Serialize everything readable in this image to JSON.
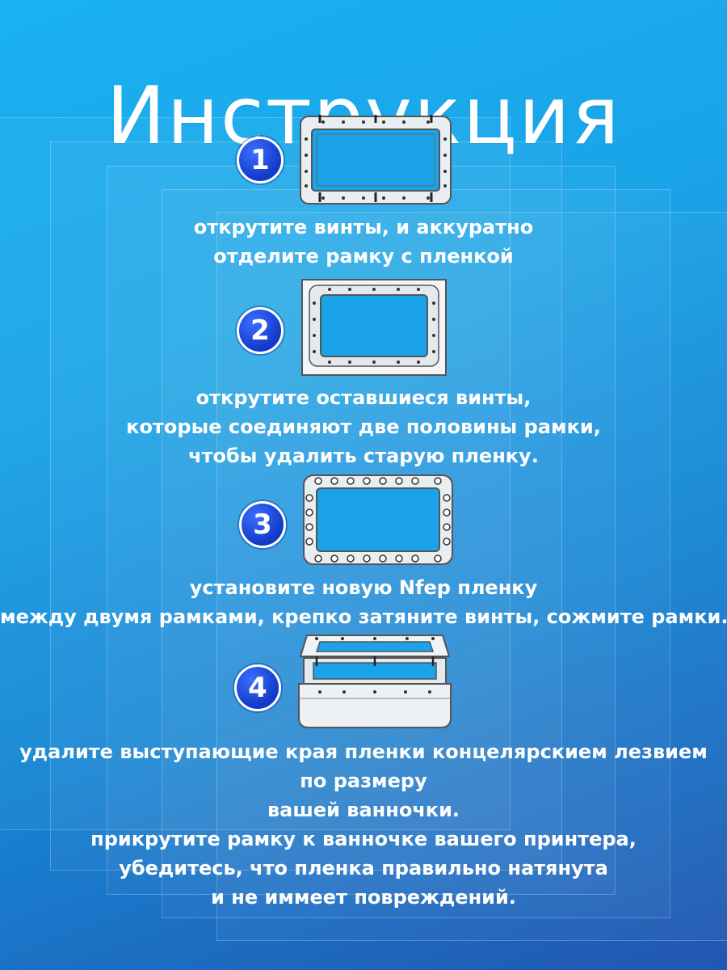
{
  "title": "Инструкция",
  "steps": [
    {
      "number": "1",
      "lines": [
        "открутите винты, и аккуратно",
        "отделите рамку с пленкой"
      ]
    },
    {
      "number": "2",
      "lines": [
        "открутите оставшиеся винты,",
        "которые соединяют две половины рамки,",
        "чтобы удалить старую  пленку."
      ]
    },
    {
      "number": "3",
      "lines": [
        "установите новую Nfep пленку",
        "между двумя рамками, крепко затяните винты, сожмите рамки."
      ]
    },
    {
      "number": "4",
      "lines": [
        "удалите выступающие края пленки  концелярскием лезвием",
        "по размеру",
        "вашей ванночки.",
        "прикрутите рамку к ванночке вашего принтера,",
        "убедитесь, что пленка правильно  натянута",
        "и не иммеет повреждений."
      ]
    }
  ],
  "colors": {
    "badge": "#1a44d6",
    "background_top": "#1ab2f0",
    "background_bottom": "#2356b0"
  },
  "icons": [
    "frame-with-film-icon",
    "frame-halves-icon",
    "frame-screws-icon",
    "vat-assembly-icon"
  ]
}
